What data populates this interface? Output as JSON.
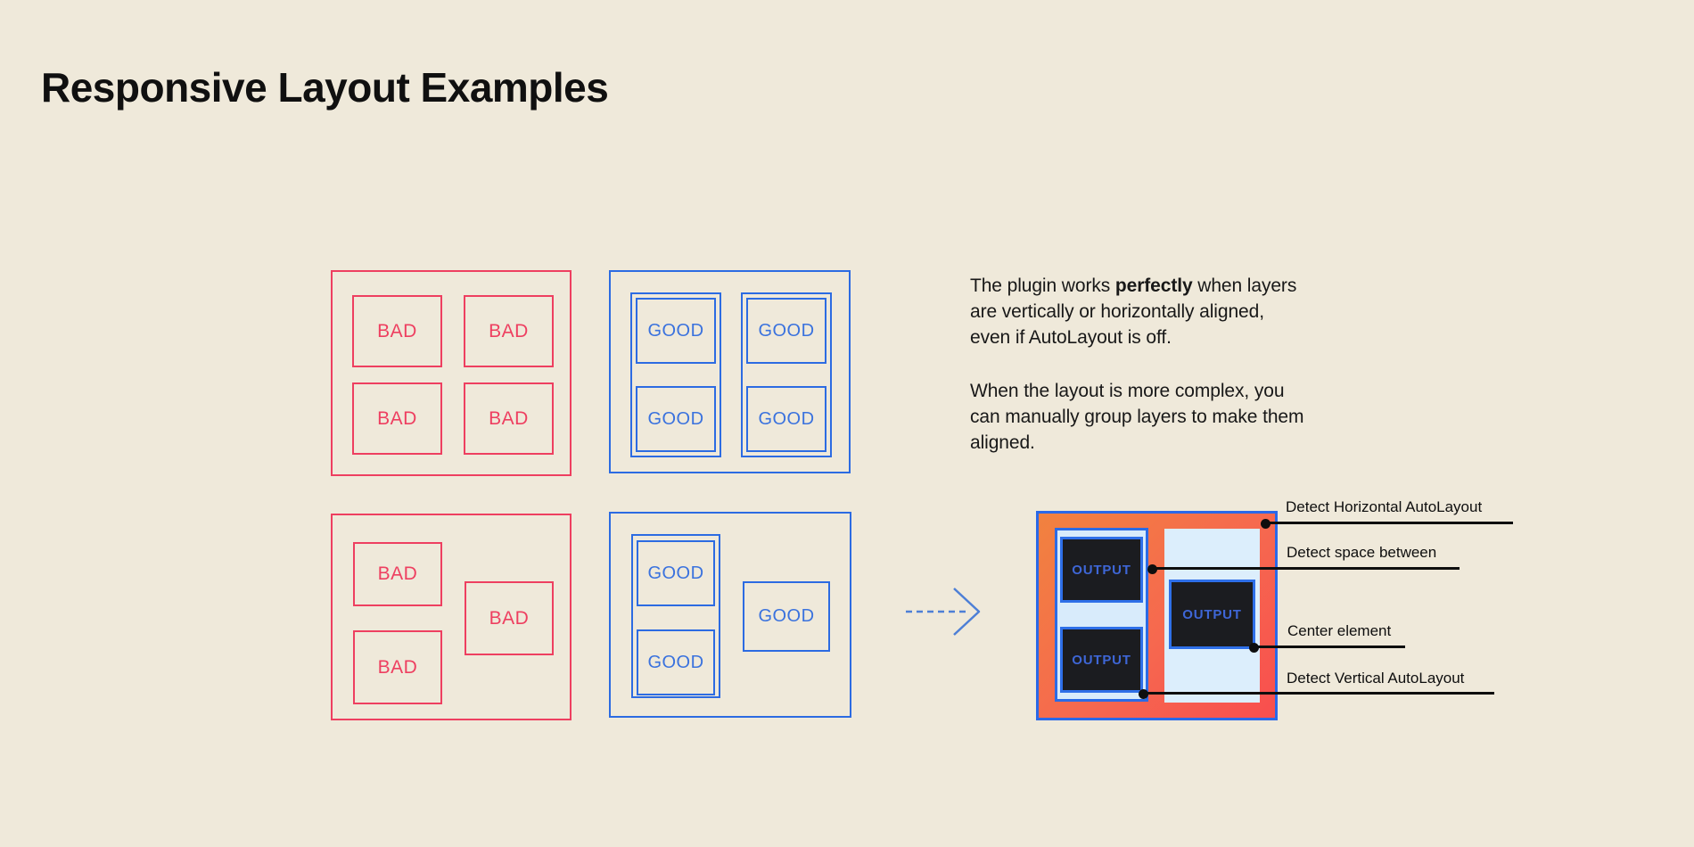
{
  "title": "Responsive Layout Examples",
  "labels": {
    "bad": "BAD",
    "good": "GOOD",
    "output": "OUTPUT"
  },
  "description": {
    "para1_prefix": "The plugin works ",
    "para1_bold": "perfectly",
    "para1_suffix": " when layers are vertically or horizontally aligned, even if AutoLayout is off.",
    "para2": "When the layout is more complex, you can manually group layers to make them aligned."
  },
  "annotations": [
    {
      "label": "Detect Horizontal AutoLayout"
    },
    {
      "label": "Detect space between"
    },
    {
      "label": "Center element"
    },
    {
      "label": "Detect Vertical AutoLayout"
    }
  ],
  "colors": {
    "background": "#EFE9DA",
    "bad_red": "#EE3F60",
    "good_blue": "#2C6BE2",
    "good_text_blue": "#3A72DE",
    "arrow_blue": "#4D7FD6",
    "gradient_orange": "#F1823F",
    "gradient_red": "#F84E4E",
    "strip_light_blue": "#D8EBFB",
    "output_dark": "#1B1C20",
    "output_text_blue": "#3E66D6",
    "annotation_black": "#0E0E0E"
  }
}
